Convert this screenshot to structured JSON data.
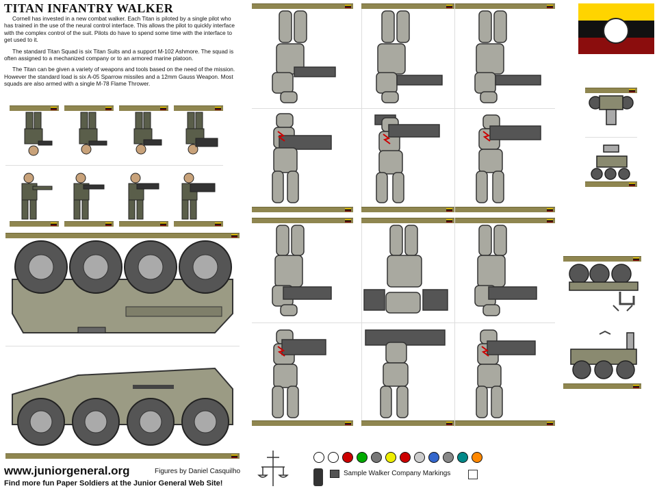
{
  "title": "TITAN INFANTRY WALKER",
  "description": [
    "Cornell has invested in a new combat walker. Each Titan is piloted by a single pilot who has trained in the use of the neural control interface. This allows the pilot to quickly interface with the complex control of the suit. Pilots do have to spend some time with the interface to get used to it.",
    "The standard Titan Squad is six Titan Suits and a support M-102 Ashmore. The squad is often assigned to a mechanized company or to an armored marine platoon.",
    "The Titan can be given a variety of weapons and tools based on the need of the mission. However the standard load is six A-05 Sparrow missiles and a 12mm Gauss Weapon. Most squads are also armed with a single M-78 Flame Thrower."
  ],
  "footer": {
    "site": "www.juniorgeneral.org",
    "credit": "Figures by Daniel Casquilho",
    "more": "Find more fun Paper Soldiers at the Junior General Web Site!"
  },
  "markings_label": "Sample Walker Company Markings",
  "colors": {
    "flag_top": "#ffd400",
    "flag_middle": "#111111",
    "flag_bottom": "#8b0d0d",
    "base": "#8f8650",
    "armor_grey": "#a9a9a0",
    "vehicle_olive": "#8a8a70"
  },
  "icons": [
    "flag-icon",
    "soldier-figure",
    "walker-figure",
    "vehicle-figure",
    "sword-scale-emblem",
    "company-marking-icon"
  ]
}
